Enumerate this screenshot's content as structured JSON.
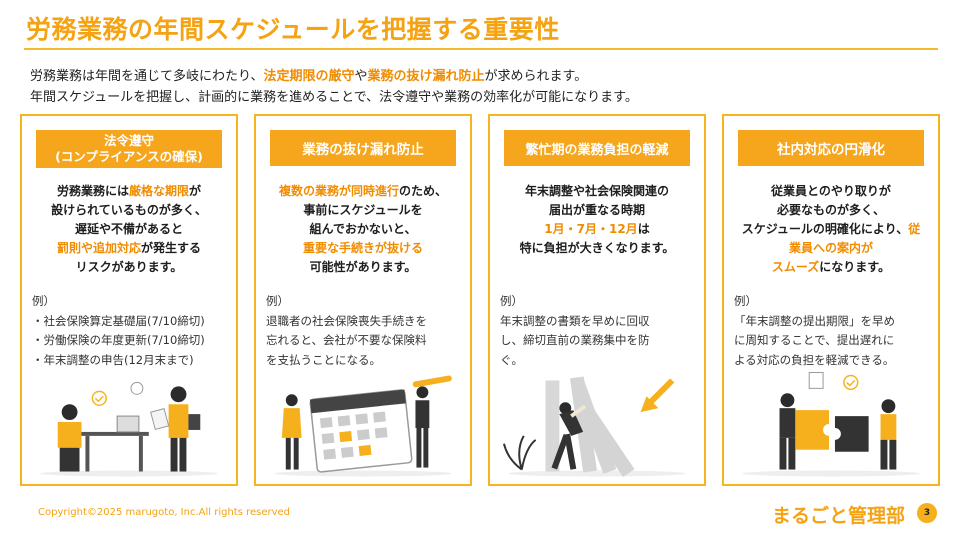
{
  "title": "労務業務の年間スケジュールを把握する重要性",
  "intro": {
    "line1": [
      "労務業務は年間を通じて多岐にわたり、",
      "法定期限の厳守",
      "や",
      "業務の抜け漏れ防止",
      "が求められます。"
    ],
    "line2": "年間スケジュールを把握し、計画的に業務を進めることで、法令遵守や業務の効率化が可能になります。"
  },
  "cards": [
    {
      "title_line1": "法令遵守",
      "title_line2": "(コンプライアンスの確保)",
      "body": [
        "労務業務には",
        "厳格な期限",
        "が",
        "設けられているものが多く、",
        "遅延や不備があると",
        "罰則や追加対応",
        "が発生する",
        "リスクがあります。"
      ],
      "example_label": "例）",
      "examples": [
        "・社会保険算定基礎届(7/10締切)",
        "・労働保険の年度更新(7/10締切)",
        "・年末調整の申告(12月末まで)"
      ]
    },
    {
      "title_line1": "業務の抜け漏れ防止",
      "body": [
        "複数の業務が同時進行",
        "のため、",
        "事前にスケジュールを",
        "組んでおかないと、",
        "重要な手続きが抜ける",
        "可能性があります。"
      ],
      "example_label": "例）",
      "examples": [
        "退職者の社会保険喪失手続きを",
        "忘れると、会社が不要な保険料",
        "を支払うことになる。"
      ]
    },
    {
      "title_line1": "繁忙期の業務負担の軽減",
      "body": [
        "年末調整や社会保険関連の",
        "届出が重なる時期",
        "1月・7月・12月",
        "は",
        "特に負担が大きくなります。"
      ],
      "example_label": "例）",
      "examples": [
        "年末調整の書類を早めに回収",
        "し、締切直前の業務集中を防",
        "ぐ。"
      ]
    },
    {
      "title_line1": "社内対応の円滑化",
      "body": [
        "従業員とのやり取りが",
        "必要なものが多く、",
        "スケジュールの明確化により、",
        "従",
        "業員への案内が",
        "スムーズ",
        "になります。"
      ],
      "example_label": "例）",
      "examples": [
        "「年末調整の提出期限」を早め",
        "に周知することで、提出遅れに",
        "よる対応の負担を軽減できる。"
      ]
    }
  ],
  "footer": {
    "copyright": "Copyright©2025 marugoto, Inc.All rights reserved",
    "brand": "まるごと管理部",
    "page": "3"
  },
  "colors": {
    "accent": "#f6a61d",
    "highlight": "#f08c00",
    "border": "#f6b51f"
  }
}
